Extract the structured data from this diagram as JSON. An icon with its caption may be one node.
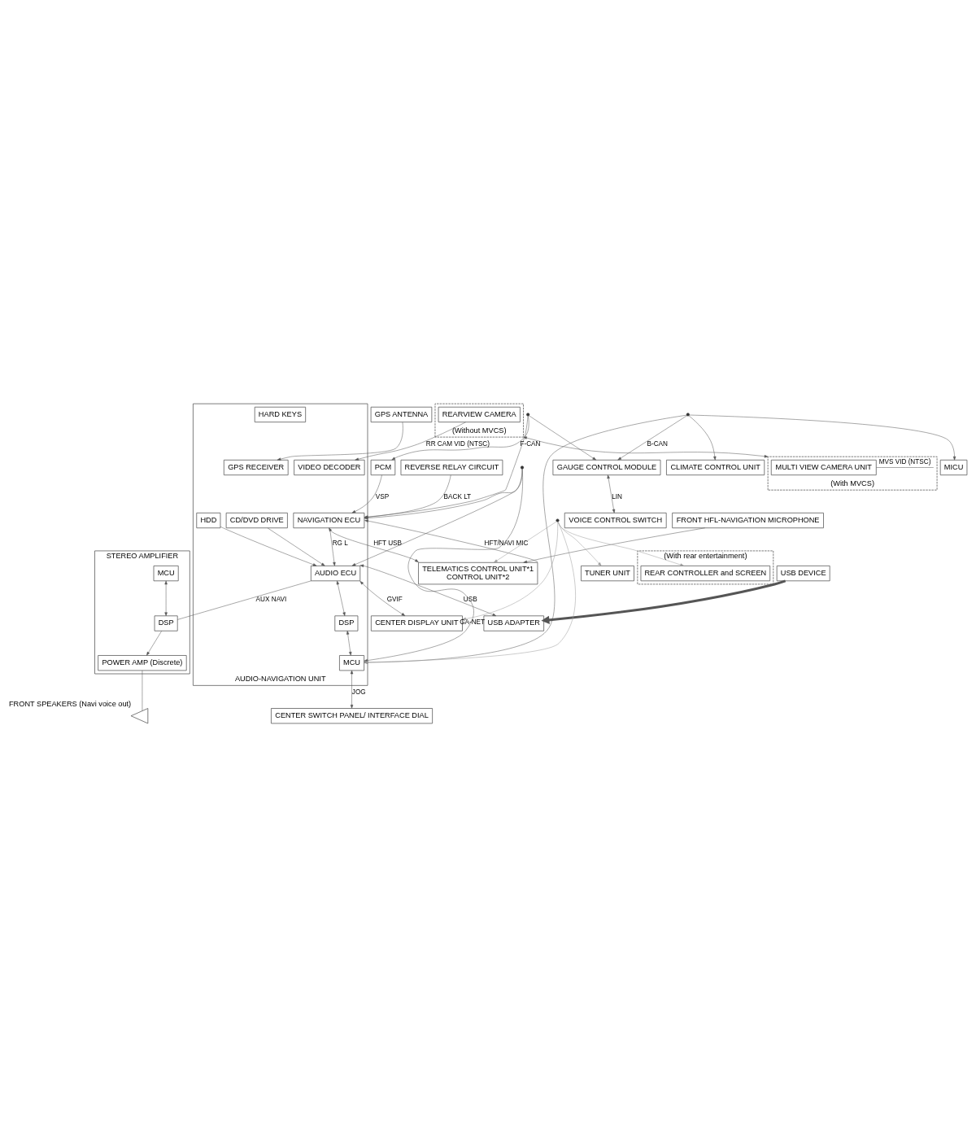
{
  "diagram": {
    "nodes": [
      {
        "text": [
          "STEREO AMPLIFIER"
        ]
      },
      {
        "text": [
          "MCU"
        ],
        "in": 0
      },
      {
        "text": [
          "DSP"
        ],
        "in": 0
      },
      {
        "text": [
          "POWER AMP (Discrete)"
        ],
        "in": 0
      },
      {
        "text": [],
        "shape": "triangle",
        "beside": [
          "FRONT SPEAKERS (Navi voice out)"
        ]
      },
      {
        "text": [
          "AUDIO-NAVIGATION UNIT"
        ]
      },
      {
        "text": [
          "GPS RECEIVER"
        ],
        "in": 5
      },
      {
        "text": [
          "CD/DVD DRIVE"
        ],
        "in": 5
      },
      {
        "text": [
          "HDD"
        ],
        "in": 5
      },
      {
        "text": [
          "AUDIO ECU"
        ],
        "in": 5
      },
      {
        "text": [
          "NAVIGATION ECU"
        ],
        "in": 5
      },
      {
        "text": [
          "DSP"
        ],
        "in": 5
      },
      {
        "text": [
          "MCU"
        ],
        "in": 5
      },
      {
        "text": [
          "HARD KEYS"
        ],
        "in": 5
      },
      {
        "text": [
          "VIDEO DECODER"
        ],
        "in": 5
      },
      {
        "text": [
          "GPS ANTENNA"
        ]
      },
      {
        "text": [
          "USB ADAPTER"
        ]
      },
      {
        "text": [
          "USB DEVICE"
        ]
      },
      {
        "text": [
          "CENTER DISPLAY UNIT"
        ]
      },
      {
        "text": [
          "TUNER UNIT"
        ]
      },
      {
        "text": [
          "TELEMATICS CONTROL UNIT*1",
          "CONTROL UNIT*2"
        ]
      },
      {
        "text": [
          "FRONT HFL-NAVIGATION MICROPHONE"
        ]
      },
      {
        "text": [
          "(With rear entertainment)"
        ]
      },
      {
        "text": [
          "REAR CONTROLLER and SCREEN"
        ],
        "in": 22
      },
      {
        "text": [
          "(Without MVCS)"
        ]
      },
      {
        "text": [
          "REARVIEW CAMERA"
        ],
        "in": 24
      },
      {
        "text": [
          "(With MVCS)"
        ]
      },
      {
        "text": [
          "MULTI VIEW CAMERA UNIT"
        ],
        "in": 26
      },
      {
        "text": [
          "PCM"
        ]
      },
      {
        "text": [
          "REVERSE RELAY CIRCUIT"
        ]
      },
      {
        "text": [
          "CENTER SWITCH PANEL/ INTERFACE DIAL"
        ]
      },
      {
        "text": [
          "CLIMATE CONTROL UNIT"
        ]
      },
      {
        "text": [
          "GAUGE CONTROL MODULE"
        ]
      },
      {
        "text": [
          "VOICE CONTROL SWITCH"
        ]
      },
      {
        "text": [
          "MICU"
        ]
      },
      {
        "text": [],
        "shape": "circle"
      },
      {
        "text": [],
        "shape": "circle"
      },
      {
        "text": [],
        "shape": "circle"
      },
      {
        "text": [],
        "shape": "circle"
      }
    ],
    "edges": [
      {
        "from": 1,
        "to": 2,
        "arrow": "both"
      },
      {
        "from": 2,
        "to": 3,
        "arrow": "to"
      },
      {
        "from": 3,
        "to": 4,
        "arrow": "none"
      },
      {
        "from": 9,
        "to": 2,
        "arrow": "none",
        "label": "AUX NAVI"
      },
      {
        "from": 15,
        "to": 6,
        "arrow": "to"
      },
      {
        "from": 7,
        "to": 9,
        "arrow": "to"
      },
      {
        "from": 8,
        "to": 9,
        "arrow": "to"
      },
      {
        "from": 10,
        "to": 9,
        "arrow": "to",
        "label": "RG L"
      },
      {
        "from": 9,
        "to": 16,
        "arrow": "both",
        "label": "USB"
      },
      {
        "from": 17,
        "to": 16,
        "arrow": "to",
        "style": "thick"
      },
      {
        "from": 9,
        "to": 18,
        "arrow": "both",
        "label": "GVIF"
      },
      {
        "from": 9,
        "to": 11,
        "arrow": "both"
      },
      {
        "from": 11,
        "to": 12,
        "arrow": "both"
      },
      {
        "from": 35,
        "to": 28,
        "arrow": "to",
        "label": "F-CAN"
      },
      {
        "from": 35,
        "to": 10,
        "arrow": "to"
      },
      {
        "from": 35,
        "to": 32,
        "arrow": "to"
      },
      {
        "from": 28,
        "to": 10,
        "arrow": "to",
        "label": "VSP"
      },
      {
        "from": 29,
        "to": 10,
        "arrow": "to",
        "label": "BACK LT"
      },
      {
        "from": 37,
        "to": 10,
        "arrow": "to"
      },
      {
        "from": 37,
        "to": 9,
        "arrow": "to"
      },
      {
        "from": 37,
        "to": 12,
        "arrow": "to"
      },
      {
        "from": 12,
        "to": 30,
        "arrow": "both",
        "label": "JOG"
      },
      {
        "from": 10,
        "to": 20,
        "arrow": "both",
        "label": "HFT USB"
      },
      {
        "from": 20,
        "to": 10,
        "arrow": "to",
        "label": "HFT/NAVI MIC"
      },
      {
        "from": 21,
        "to": 20,
        "arrow": "to"
      },
      {
        "from": 36,
        "to": 32,
        "arrow": "to",
        "label": "B-CAN"
      },
      {
        "from": 36,
        "to": 12,
        "arrow": "to"
      },
      {
        "from": 36,
        "to": 31,
        "arrow": "to"
      },
      {
        "from": 36,
        "to": 34,
        "arrow": "to"
      },
      {
        "from": 32,
        "to": 33,
        "arrow": "both",
        "label": "LIN"
      },
      {
        "from": 38,
        "to": 18,
        "arrow": "to",
        "label": "GA-NET",
        "color": "#9a9a9a"
      },
      {
        "from": 38,
        "to": 19,
        "arrow": "to",
        "color": "#9a9a9a"
      },
      {
        "from": 38,
        "to": 20,
        "arrow": "to",
        "color": "#9a9a9a"
      },
      {
        "from": 38,
        "to": 12,
        "arrow": "to",
        "color": "#9a9a9a"
      },
      {
        "from": 38,
        "to": 23,
        "arrow": "to",
        "color": "#9a9a9a"
      },
      {
        "from": 25,
        "to": 14,
        "arrow": "to",
        "label": "RR CAM VID (NTSC)"
      },
      {
        "from": 27,
        "to": 26,
        "arrow": "none",
        "label": "MVS VID (NTSC)"
      },
      {
        "from": 24,
        "to": 26,
        "arrow": "both"
      }
    ]
  }
}
